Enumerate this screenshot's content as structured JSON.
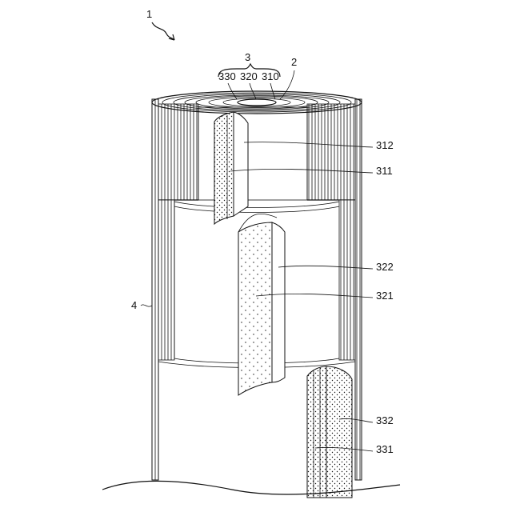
{
  "labels": {
    "fig": "1",
    "group": "3",
    "l330": "330",
    "l320": "320",
    "l310": "310",
    "l2": "2",
    "l312": "312",
    "l311": "311",
    "l322": "322",
    "l321": "321",
    "l4": "4",
    "l332": "332",
    "l331": "331"
  },
  "colors": {
    "stroke": "#111111",
    "background": "#ffffff"
  }
}
